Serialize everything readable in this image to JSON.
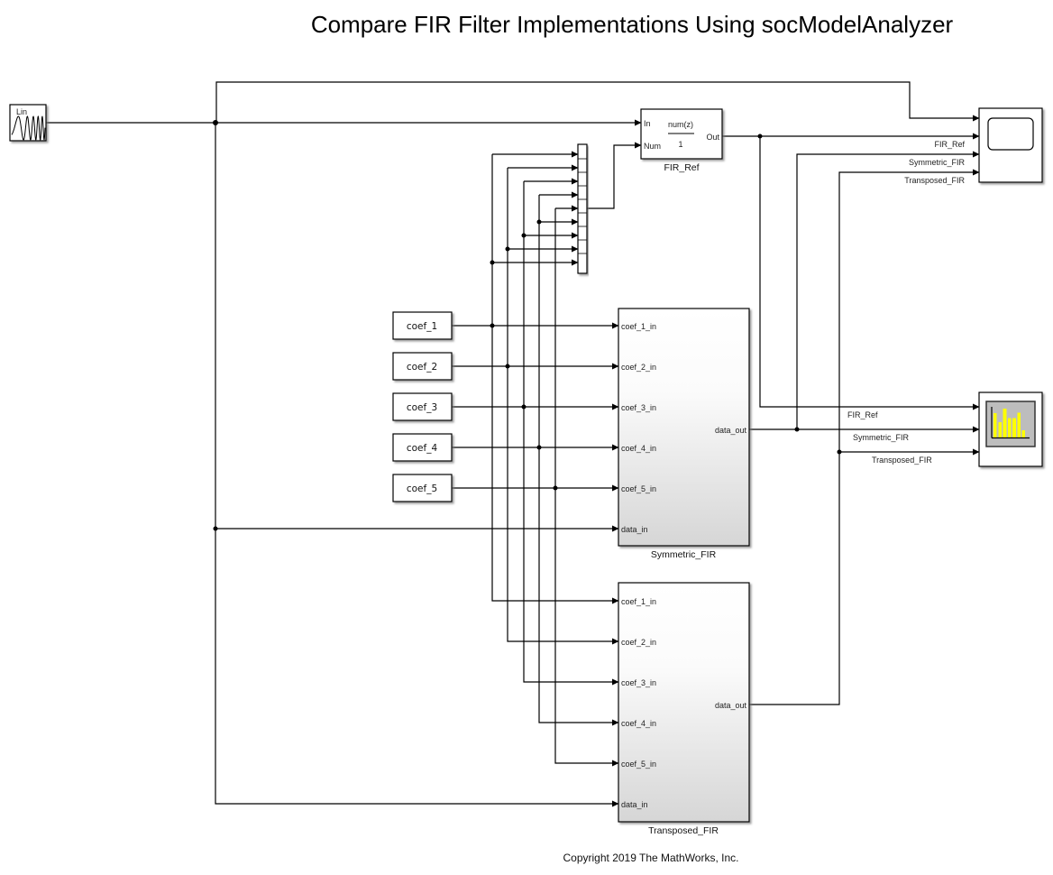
{
  "title": "Compare FIR Filter Implementations Using socModelAnalyzer",
  "copyright": "Copyright 2019 The MathWorks, Inc.",
  "colors": {
    "wire": "#000000",
    "block_border": "#000000",
    "subsystem_gradient_top": "#ffffff",
    "subsystem_gradient_bottom": "#d6d6d6",
    "spectrum_bars": "#ffff00",
    "spectrum_panel": "#bdbdbd"
  },
  "blocks": {
    "source": {
      "label": "Lin",
      "icon": "chirp-signal-icon"
    },
    "fir_ref": {
      "name": "FIR_Ref",
      "in_port": "In",
      "num_port": "Num",
      "out_port": "Out",
      "numerator": "num(z)",
      "denominator": "1"
    },
    "mux": {
      "input_count": 9
    },
    "coefs": [
      {
        "label": "coef_1"
      },
      {
        "label": "coef_2"
      },
      {
        "label": "coef_3"
      },
      {
        "label": "coef_4"
      },
      {
        "label": "coef_5"
      }
    ],
    "symmetric": {
      "name": "Symmetric_FIR",
      "inputs": [
        "coef_1_in",
        "coef_2_in",
        "coef_3_in",
        "coef_4_in",
        "coef_5_in",
        "data_in"
      ],
      "output": "data_out"
    },
    "transposed": {
      "name": "Transposed_FIR",
      "inputs": [
        "coef_1_in",
        "coef_2_in",
        "coef_3_in",
        "coef_4_in",
        "coef_5_in",
        "data_in"
      ],
      "output": "data_out"
    },
    "scope": {
      "icon": "scope-icon",
      "signal_labels": [
        "FIR_Ref",
        "Symmetric_FIR",
        "Transposed_FIR"
      ]
    },
    "spectrum": {
      "icon": "spectrum-analyzer-icon",
      "signal_labels": [
        "FIR_Ref",
        "Symmetric_FIR",
        "Transposed_FIR"
      ]
    }
  }
}
